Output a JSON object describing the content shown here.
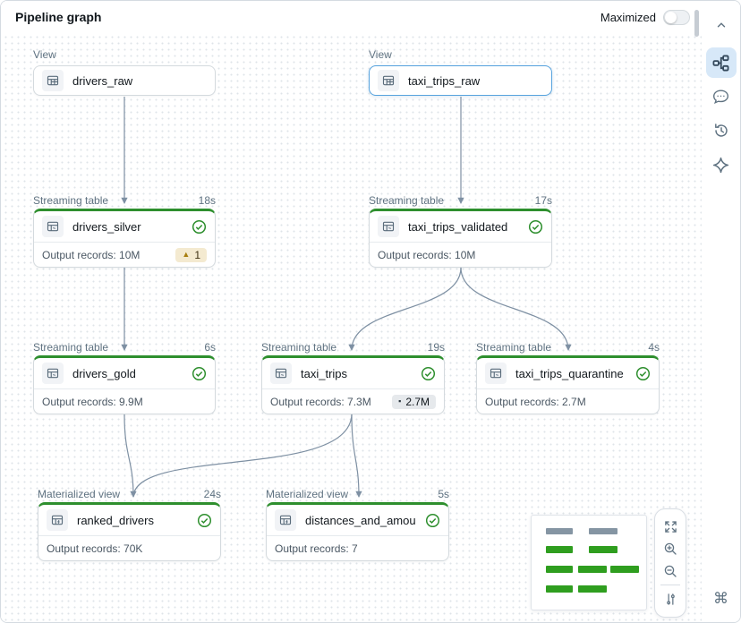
{
  "header": {
    "title": "Pipeline graph",
    "maximize_label": "Maximized",
    "maximized": false
  },
  "nodes": [
    {
      "kind": "View",
      "name": "drivers_raw"
    },
    {
      "kind": "View",
      "name": "taxi_trips_raw",
      "selected": true
    },
    {
      "kind": "Streaming table",
      "duration": "18s",
      "name": "drivers_silver",
      "output_label": "Output records: 10M",
      "expectation_warn_count": "1"
    },
    {
      "kind": "Streaming table",
      "duration": "17s",
      "name": "taxi_trips_validated",
      "output_label": "Output records: 10M"
    },
    {
      "kind": "Streaming table",
      "duration": "6s",
      "name": "drivers_gold",
      "output_label": "Output records: 9.9M"
    },
    {
      "kind": "Streaming table",
      "duration": "19s",
      "name": "taxi_trips",
      "output_label": "Output records: 7.3M",
      "dropped_records": "2.7M"
    },
    {
      "kind": "Streaming table",
      "duration": "4s",
      "name": "taxi_trips_quarantine",
      "output_label": "Output records: 2.7M"
    },
    {
      "kind": "Materialized view",
      "duration": "24s",
      "name": "ranked_drivers",
      "output_label": "Output records: 70K"
    },
    {
      "kind": "Materialized view",
      "duration": "5s",
      "name": "distances_and_amounts_b...",
      "output_label": "Output records: 7"
    }
  ],
  "icons": {
    "warning_glyph": "▲",
    "dropped_glyph": "▪",
    "command_glyph": "⌘"
  },
  "colors": {
    "success_green": "#2e8f2e",
    "selected_blue": "#57a3de",
    "edge_gray": "#7e90a3",
    "warn_badge_bg": "#f4ead0",
    "drop_badge_bg": "#e6e9ec",
    "minimap_green": "#2f9e1f",
    "minimap_gray": "#8595a3",
    "sidebar_active_bg": "#d7e8f8"
  }
}
